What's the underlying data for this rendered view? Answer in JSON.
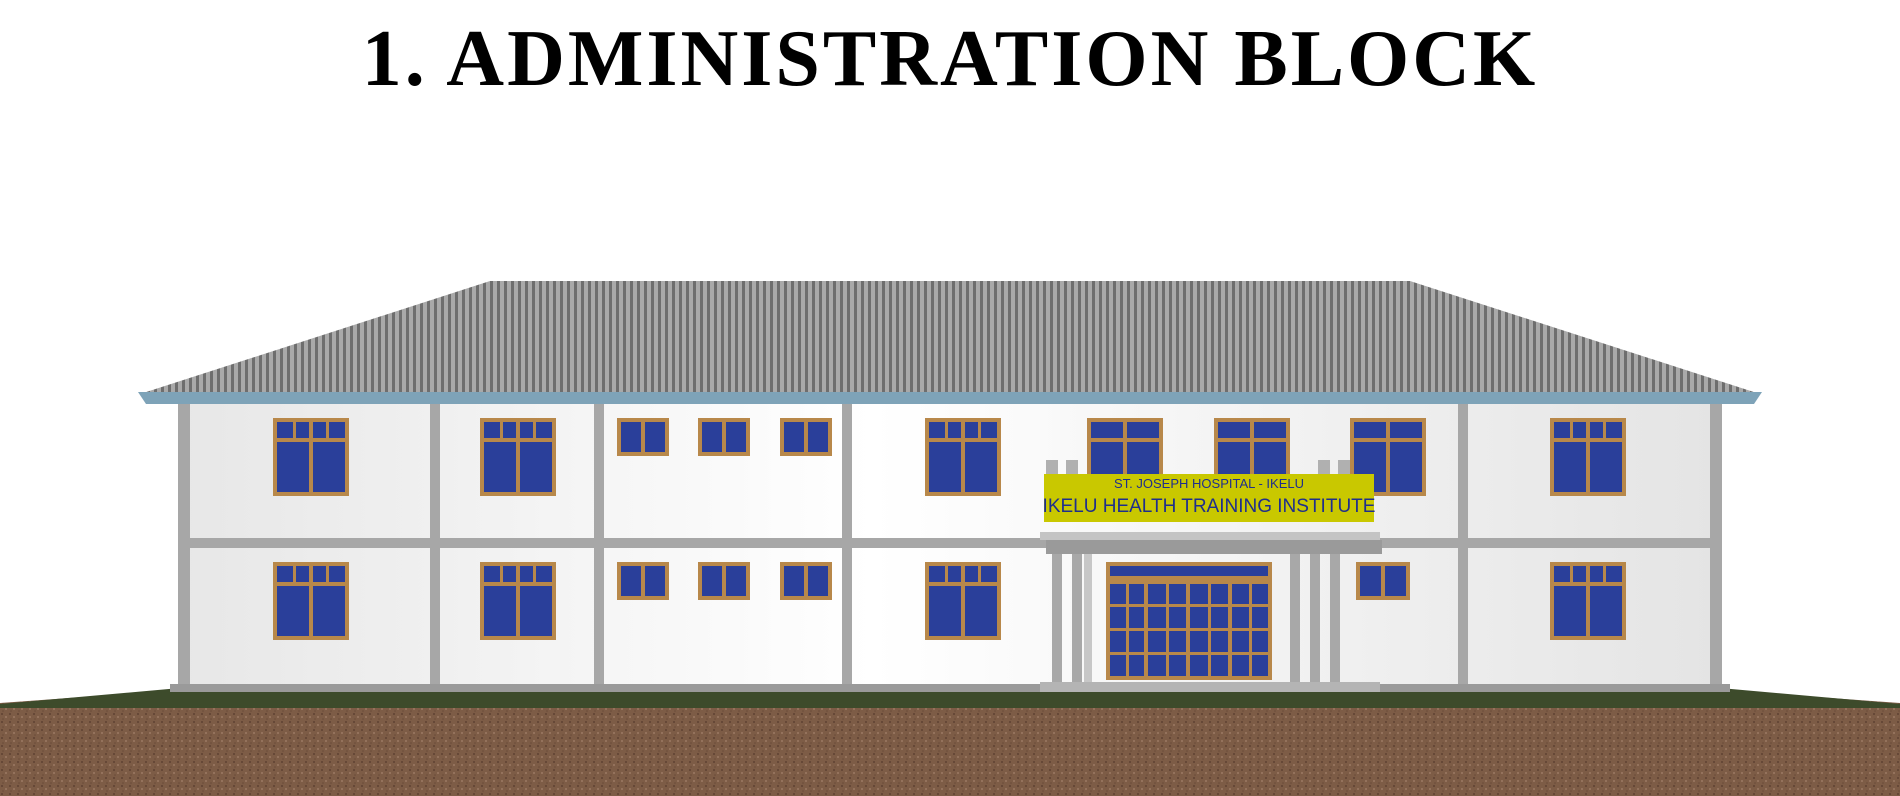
{
  "title": "1. ADMINISTRATION BLOCK",
  "sign": {
    "top_line": "ST. JOSEPH HOSPITAL - IKELU",
    "main_line": "IKELU HEALTH TRAINING INSTITUTE"
  },
  "colors": {
    "roof": "#8f8f8f",
    "roof_edge": "#7ea3b8",
    "wall": "#f4f4f4",
    "frame": "#a7a7a7",
    "window_glass": "#2a3f9a",
    "window_frame": "#b8884a",
    "sign_bg": "#c9c800",
    "sign_text": "#1f2f8c",
    "ground": "#7a5a44",
    "grass": "#3c4a2a"
  }
}
